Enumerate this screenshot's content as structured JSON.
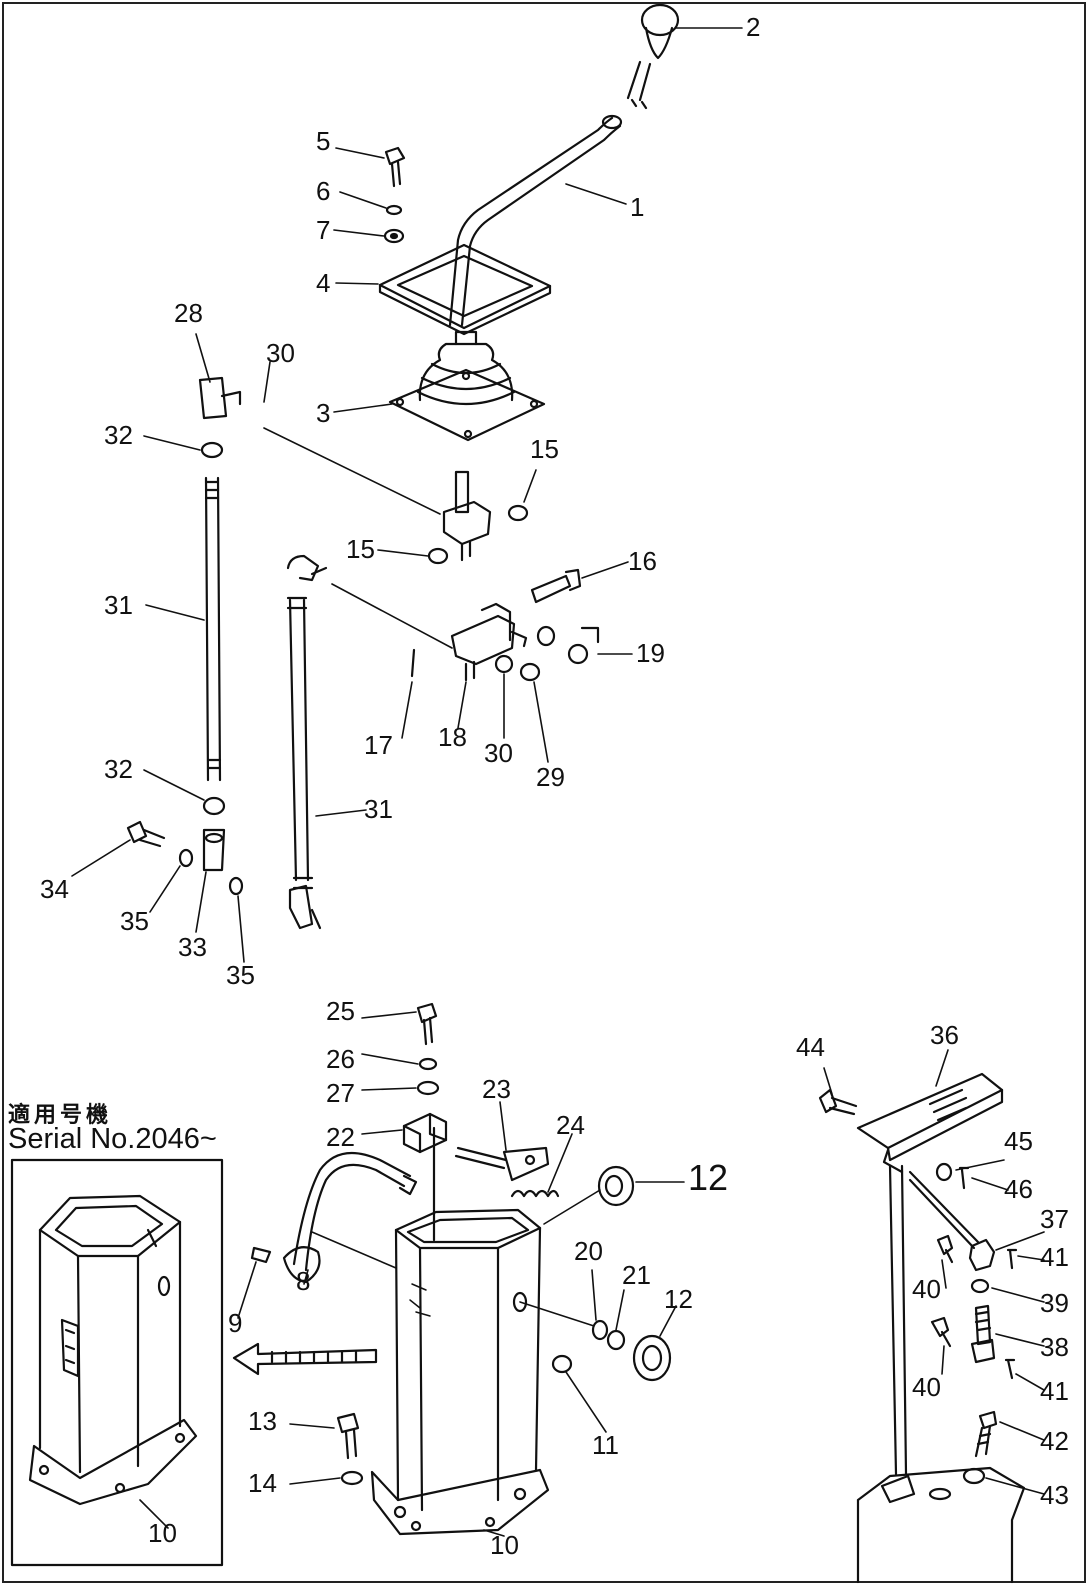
{
  "serial": {
    "heading": "適用号機",
    "number": "Serial No.2046~"
  },
  "callouts": {
    "c1": "1",
    "c2": "2",
    "c3": "3",
    "c4": "4",
    "c5": "5",
    "c6": "6",
    "c7": "7",
    "c8": "8",
    "c9": "9",
    "c10a": "10",
    "c10b": "10",
    "c11": "11",
    "c12a": "12",
    "c12b": "12",
    "c13": "13",
    "c14": "14",
    "c15a": "15",
    "c15b": "15",
    "c16": "16",
    "c17": "17",
    "c18": "18",
    "c19": "19",
    "c20": "20",
    "c21": "21",
    "c22": "22",
    "c23": "23",
    "c24": "24",
    "c25": "25",
    "c26": "26",
    "c27": "27",
    "c28": "28",
    "c29": "29",
    "c30a": "30",
    "c30b": "30",
    "c31a": "31",
    "c31b": "31",
    "c32a": "32",
    "c32b": "32",
    "c33": "33",
    "c34": "34",
    "c35a": "35",
    "c35b": "35",
    "c36": "36",
    "c37": "37",
    "c38": "38",
    "c39": "39",
    "c40a": "40",
    "c40b": "40",
    "c41a": "41",
    "c41b": "41",
    "c42": "42",
    "c43": "43",
    "c44": "44",
    "c45": "45",
    "c46": "46"
  }
}
